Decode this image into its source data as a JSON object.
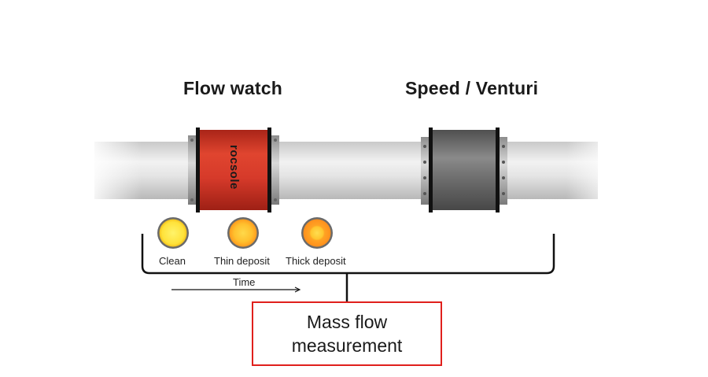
{
  "headings": {
    "flow_watch": "Flow watch",
    "speed_venturi": "Speed / Venturi"
  },
  "flow_watch_device": {
    "brand": "Rocsole",
    "color": "#d63a2a"
  },
  "venturi_device": {
    "color": "#6e6e6e"
  },
  "deposit_stages": [
    {
      "label": "Clean",
      "fill": "#ffe23a"
    },
    {
      "label": "Thin deposit",
      "fill": "#ffc02e"
    },
    {
      "label": "Thick deposit",
      "fill": "#ffb52a"
    }
  ],
  "time_axis": {
    "label": "Time"
  },
  "output_box": {
    "text": "Mass flow measurement",
    "border_color": "#e0201c"
  }
}
